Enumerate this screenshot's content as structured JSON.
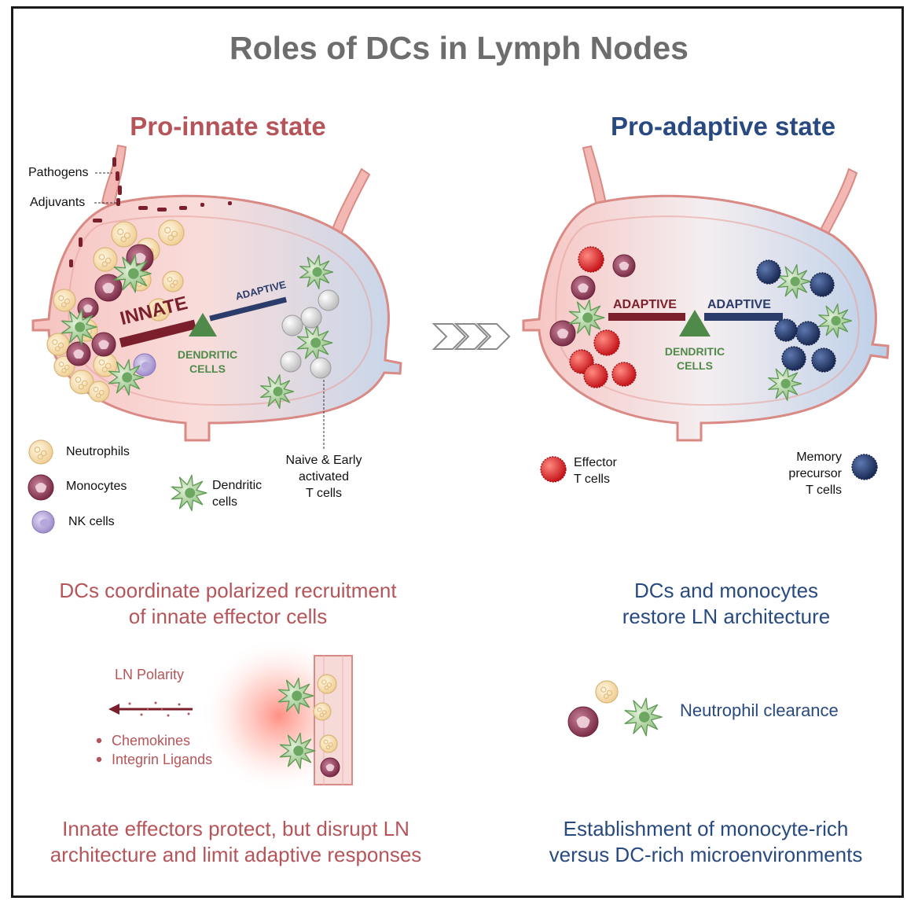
{
  "title": "Roles of DCs in Lymph Nodes",
  "innate": {
    "heading": "Pro-innate state",
    "pathogens_label": "Pathogens",
    "adjuvants_label": "Adjuvants",
    "innate_bar": "INNATE",
    "adaptive_bar": "ADAPTIVE",
    "dc_line1": "DENDRITIC",
    "dc_line2": "CELLS",
    "legend": {
      "neutrophils": "Neutrophils",
      "monocytes": "Monocytes",
      "nk": "NK cells",
      "dc_line1": "Dendritic",
      "dc_line2": "cells",
      "tcell_line1": "Naive & Early",
      "tcell_line2": "activated",
      "tcell_line3": "T cells"
    },
    "summary_line1": "DCs coordinate polarized recruitment",
    "summary_line2": "of innate effector cells",
    "polarity_label": "LN Polarity",
    "bullet1": "Chemokines",
    "bullet2": "Integrin Ligands",
    "bottom_line1": "Innate effectors protect, but disrupt LN",
    "bottom_line2": "architecture and limit adaptive responses"
  },
  "adaptive": {
    "heading": "Pro-adaptive state",
    "left_bar": "ADAPTIVE",
    "right_bar": "ADAPTIVE",
    "dc_line1": "DENDRITIC",
    "dc_line2": "CELLS",
    "legend": {
      "effector_line1": "Effector",
      "effector_line2": "T cells",
      "memory_line1": "Memory",
      "memory_line2": "precursor",
      "memory_line3": "T cells"
    },
    "summary_line1": "DCs and monocytes",
    "summary_line2": "restore LN architecture",
    "clearance_label": "Neutrophil clearance",
    "bottom_line1": "Establishment of monocyte-rich",
    "bottom_line2": "versus DC-rich microenvironments"
  },
  "colors": {
    "innate_red": "#b5555a",
    "adaptive_blue": "#284a80",
    "dc_green": "#4f8a4a",
    "title_gray": "#6d6d6d"
  }
}
